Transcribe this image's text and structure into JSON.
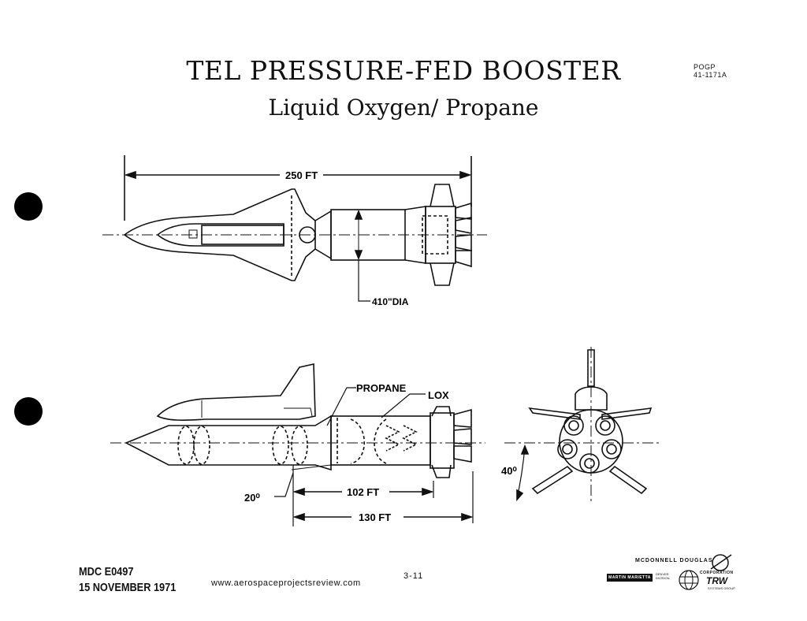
{
  "title": "TEL PRESSURE-FED BOOSTER",
  "subtitle": "Liquid Oxygen/ Propane",
  "doc_ref": {
    "line1": "POGP",
    "line2": "41-1171A"
  },
  "dims": {
    "length": "250 FT",
    "dia": "410\"DIA",
    "propane": "PROPANE",
    "lox": "LOX",
    "angle20": "20⁰",
    "d102": "102 FT",
    "d130": "130 FT",
    "angle40": "40⁰"
  },
  "footer": {
    "doc_number": "MDC E0497",
    "date": "15 NOVEMBER 1971",
    "url": "www.aerospaceprojectsreview.com",
    "page": "3-11"
  },
  "logos": {
    "mcdonnell": "MCDONNELL DOUGLAS",
    "corporation": "CORPORATION",
    "martin": "MARTIN MARIETTA",
    "denver1": "DENVER",
    "denver2": "DIVISION",
    "trw": "TRW",
    "systems": "SYSTEMS GROUP"
  }
}
